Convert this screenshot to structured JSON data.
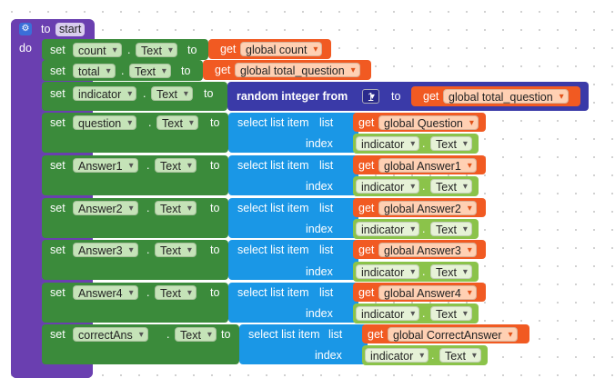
{
  "event_block": {
    "to_label": "to",
    "proc_name": "start",
    "do_label": "do"
  },
  "common": {
    "set": "set",
    "to": "to",
    "get": "get",
    "dot": ".",
    "text_prop": "Text",
    "select_list_item": "select list item",
    "list": "list",
    "index": "index",
    "random_from": "random integer from",
    "random_to": "to"
  },
  "rows": [
    {
      "component": "count",
      "global": "global count"
    },
    {
      "component": "total",
      "global": "global total_question"
    },
    {
      "component": "indicator",
      "random_from_value": "1",
      "global": "global total_question"
    },
    {
      "component": "question",
      "global": "global Question",
      "index_component": "indicator"
    },
    {
      "component": "Answer1",
      "global": "global Answer1",
      "index_component": "indicator"
    },
    {
      "component": "Answer2",
      "global": "global Answer2",
      "index_component": "indicator"
    },
    {
      "component": "Answer3",
      "global": "global Answer3",
      "index_component": "indicator"
    },
    {
      "component": "Answer4",
      "global": "global Answer4",
      "index_component": "indicator"
    },
    {
      "component": "correctAns",
      "global": "global CorrectAnswer",
      "index_component": "indicator"
    }
  ],
  "colors": {
    "procedure": "#6a3fb0",
    "setter": "#3b8b3b",
    "lists": "#1a97e6",
    "math": "#3a3aa8",
    "variables": "#f15a22",
    "getter": "#8bc34a"
  }
}
